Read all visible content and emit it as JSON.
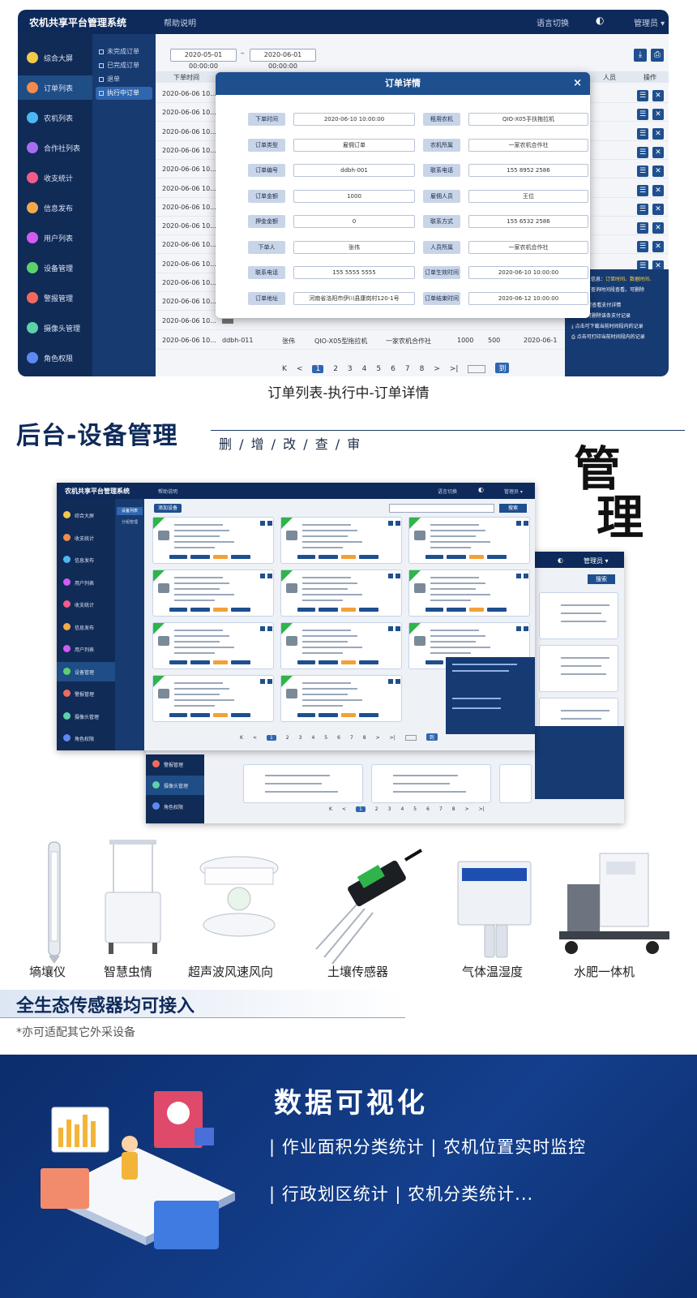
{
  "shot1": {
    "app_title": "农机共享平台管理系统",
    "help": "帮助说明",
    "language": "语言切换",
    "user": "管理员",
    "nav": [
      "综合大屏",
      "订单列表",
      "农机列表",
      "合作社列表",
      "收支统计",
      "信息发布",
      "用户列表",
      "设备管理",
      "警报管理",
      "摄像头管理",
      "角色权限"
    ],
    "subnav": [
      "未完成订单",
      "已完成订单",
      "退单",
      "执行中订单"
    ],
    "date_from": "2020-05-01 00:00:00",
    "date_to": "2020-06-01 00:00:00",
    "table_headers": [
      "下单时间",
      "订",
      "人员",
      "操作"
    ],
    "row_time": "2020-06-06 10...",
    "last_row": {
      "time": "2020-06-06 10...",
      "id": "ddbh-011",
      "name": "张伟",
      "machine": "QIO-X05型拖拉机",
      "coop": "一家农机合作社",
      "amount": "1000",
      "deposit": "500",
      "end": "2020-06-1"
    },
    "pager": [
      "K",
      "<",
      "1",
      "2",
      "3",
      "4",
      "5",
      "6",
      "7",
      "8",
      ">",
      ">|"
    ],
    "pager_go": "到",
    "tip": {
      "lead": "系统汇总信息：",
      "lead_hl": "订单时间、数据时间、",
      "l2": "人员、可查询时间段查看。可删除",
      "a1": "点击可查看支付详情",
      "a2": "点击可删除该条支付记录",
      "a3": "点击可下载当前时间段内的记录",
      "a4": "点击可打印当前时间段内的记录"
    },
    "modal": {
      "title": "订单详情",
      "close": "×",
      "left": [
        {
          "label": "下单时间",
          "value": "2020-06-10 10:00:00"
        },
        {
          "label": "订单类型",
          "value": "雇佣订单"
        },
        {
          "label": "订单编号",
          "value": "ddbh-001"
        },
        {
          "label": "订单金额",
          "value": "1000"
        },
        {
          "label": "押金金额",
          "value": "0"
        },
        {
          "label": "下单人",
          "value": "张伟"
        },
        {
          "label": "联系电话",
          "value": "155 5555 5555"
        },
        {
          "label": "订单地址",
          "value": "河南省洛阳市伊川县康岗村120-1号"
        }
      ],
      "right": [
        {
          "label": "租用农机",
          "value": "QIO-X05手扶拖拉机"
        },
        {
          "label": "农机所属",
          "value": "一家农机合作社"
        },
        {
          "label": "联系电话",
          "value": "155 8952 2586"
        },
        {
          "label": "雇佣人员",
          "value": "王位"
        },
        {
          "label": "联系方式",
          "value": "155 6532 2586"
        },
        {
          "label": "人员所属",
          "value": "一家农机合作社"
        },
        {
          "label": "订单生效时间",
          "value": "2020-06-10 10:00:00"
        },
        {
          "label": "订单结束时间",
          "value": "2020-06-12 10:00:00"
        }
      ]
    }
  },
  "caption1": "订单列表-执行中-订单详情",
  "sec2": {
    "title": "后台-设备管理",
    "ops": "删 / 增 / 改 / 查 / 审",
    "big_chars": [
      "管",
      "理"
    ],
    "app_title": "农机共享平台管理系统",
    "help": "帮助说明",
    "language": "语言切换",
    "user": "管理员",
    "add_btn": "添加设备",
    "search_btn": "搜索",
    "subnav": [
      "设备列表",
      "分组管理"
    ],
    "nav": [
      "综合大屏",
      "收支统计",
      "信息发布",
      "用户列表",
      "收支统计",
      "信息发布",
      "用户列表",
      "设备管理",
      "警报管理",
      "摄像头管理",
      "角色权限"
    ],
    "nav_b": [
      "警报管理",
      "摄像头管理",
      "角色权限"
    ],
    "pager": [
      "K",
      "<",
      "1",
      "2",
      "3",
      "4",
      "5",
      "6",
      "7",
      "8",
      ">",
      ">|"
    ],
    "pager_go": "到"
  },
  "sensors": [
    "墒壤仪",
    "智慧虫情",
    "超声波风速风向",
    "土壤传感器",
    "气体温湿度",
    "水肥一体机"
  ],
  "banner": "全生态传感器均可接入",
  "note": "*亦可适配其它外采设备",
  "sec3": {
    "title": "数据可视化",
    "line1": "| 作业面积分类统计 | 农机位置实时监控",
    "line2": "| 行政划区统计 | 农机分类统计..."
  }
}
